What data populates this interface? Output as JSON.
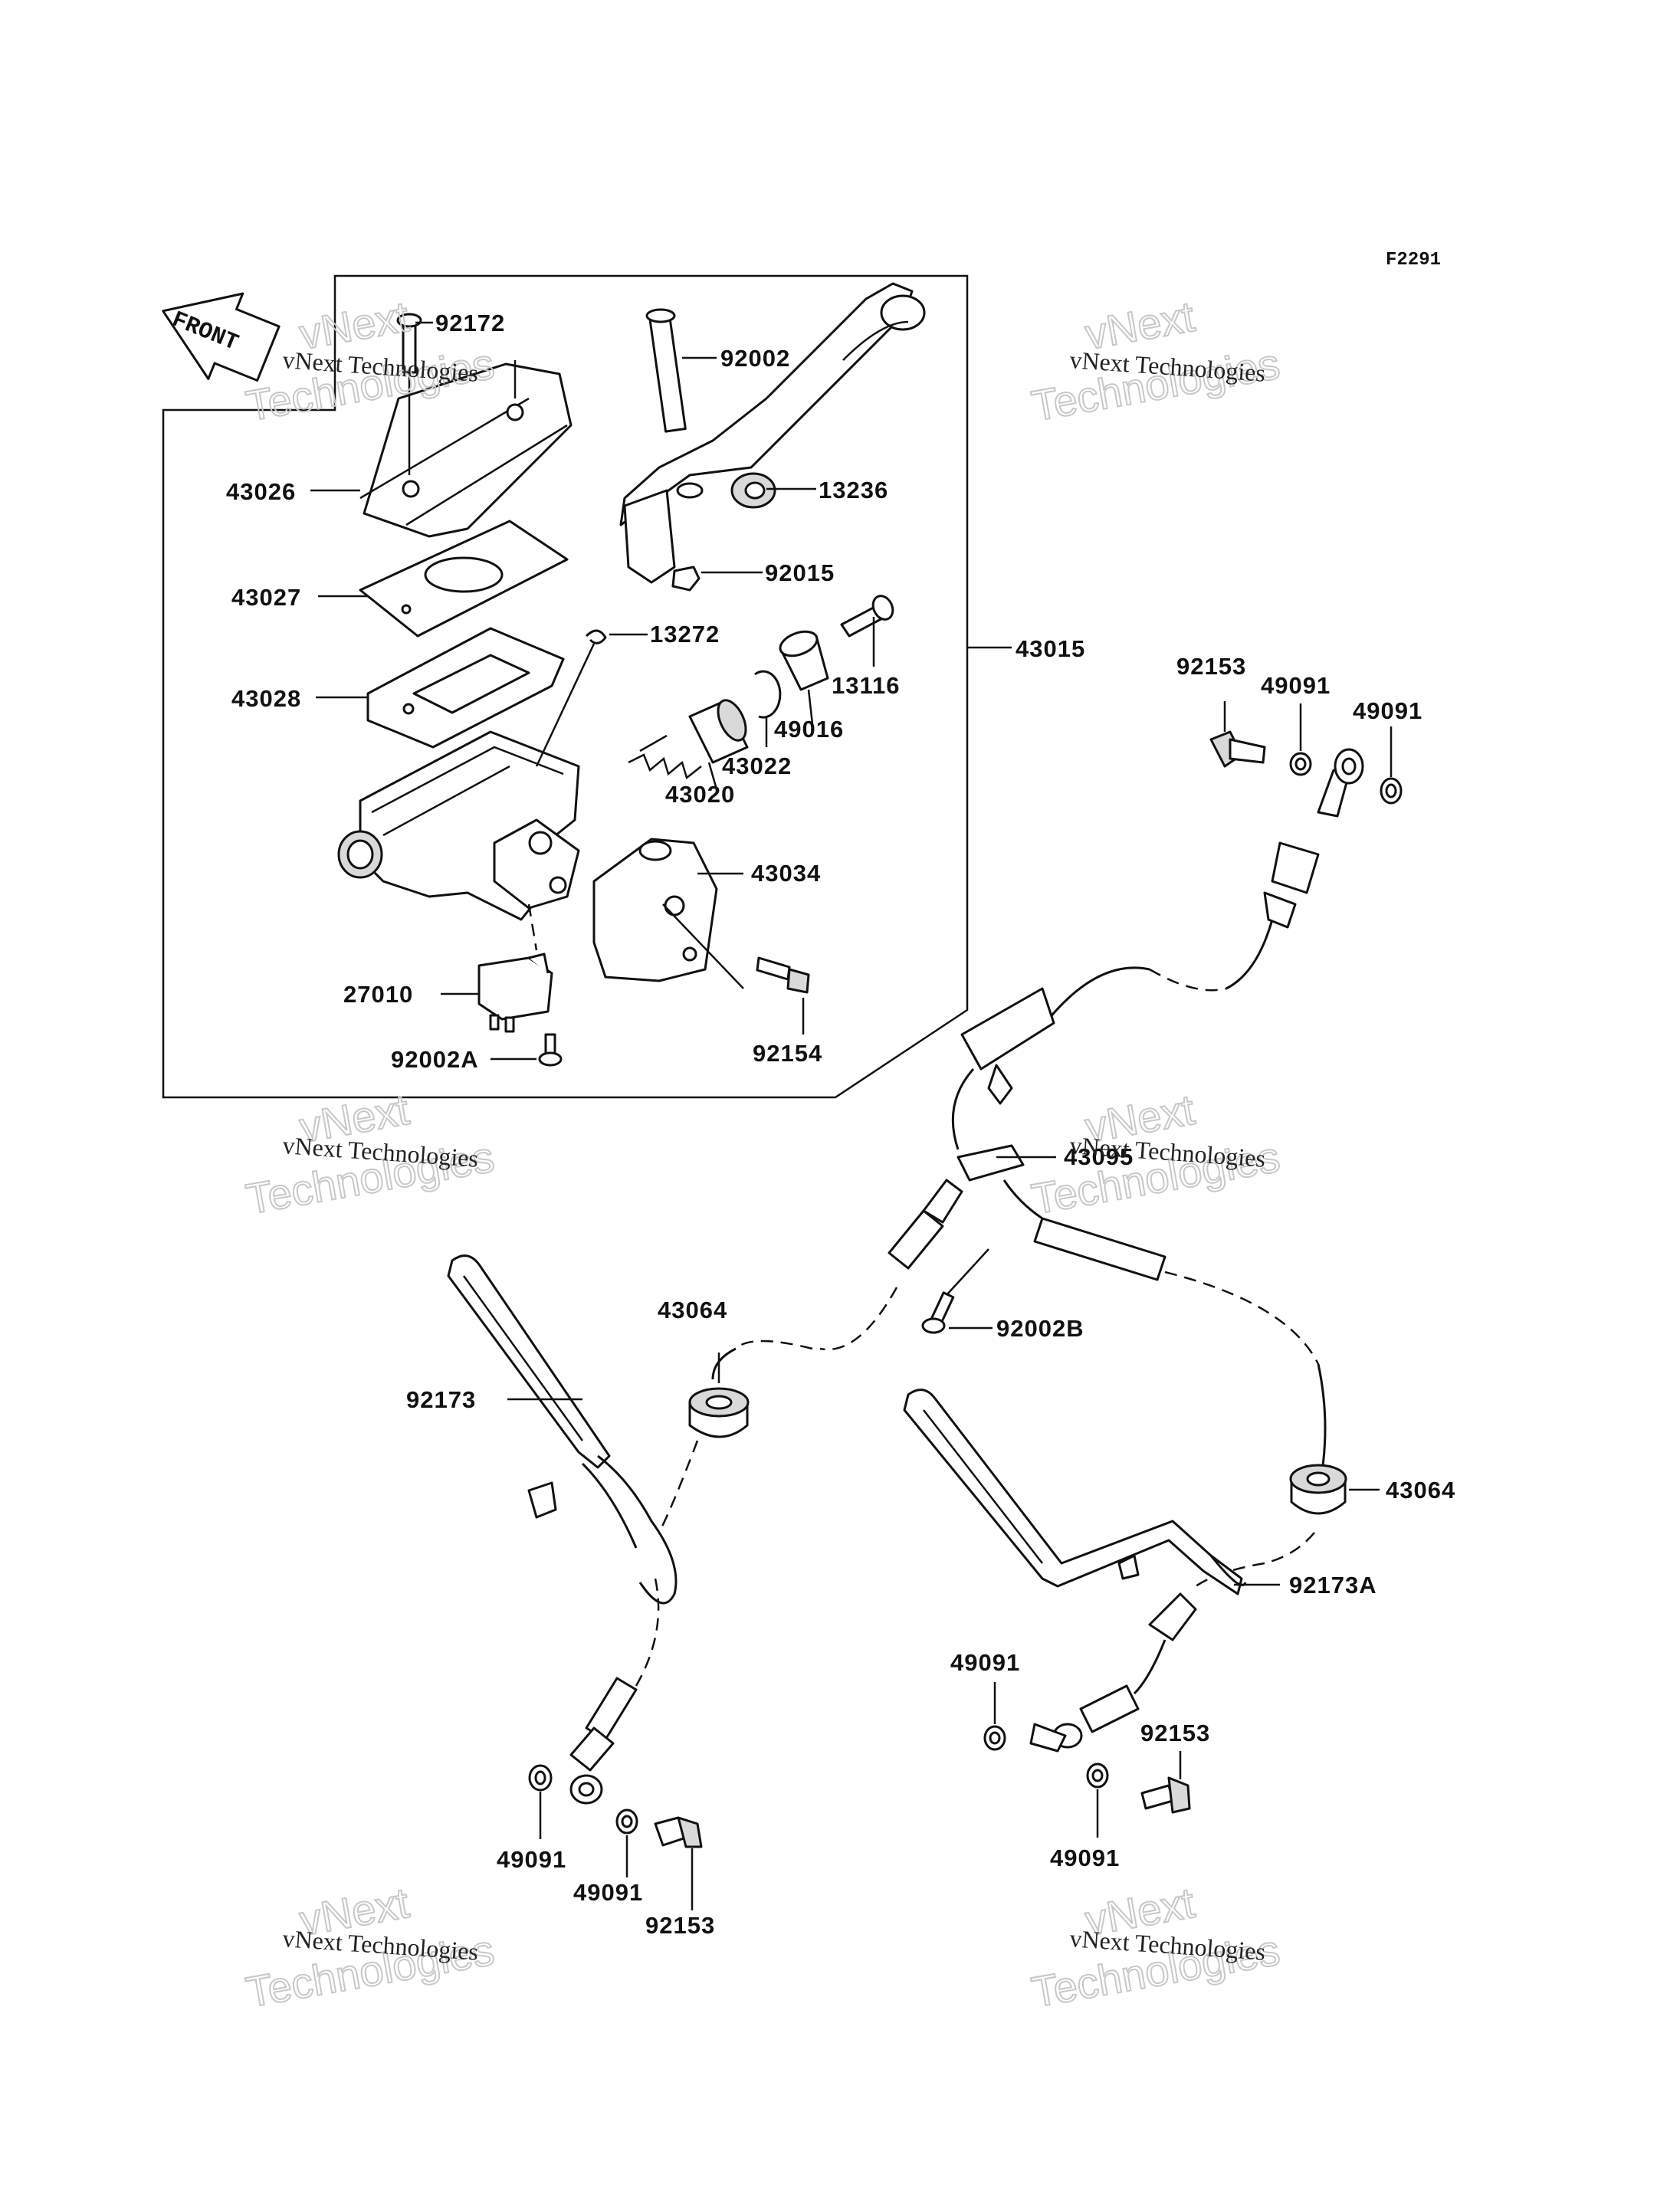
{
  "figure_code": "F2291",
  "front_label": "FRONT",
  "watermark": {
    "line": "vNext Technologies",
    "brand_top": "vNext",
    "brand_bottom": "Technologies"
  },
  "parts": [
    {
      "id": "p92172",
      "label": "92172"
    },
    {
      "id": "p92002",
      "label": "92002"
    },
    {
      "id": "p43026",
      "label": "43026"
    },
    {
      "id": "p13236",
      "label": "13236"
    },
    {
      "id": "p92015",
      "label": "92015"
    },
    {
      "id": "p43027",
      "label": "43027"
    },
    {
      "id": "p13272",
      "label": "13272"
    },
    {
      "id": "p43015",
      "label": "43015"
    },
    {
      "id": "p13116",
      "label": "13116"
    },
    {
      "id": "p43028",
      "label": "43028"
    },
    {
      "id": "p49016",
      "label": "49016"
    },
    {
      "id": "p43022",
      "label": "43022"
    },
    {
      "id": "p43020",
      "label": "43020"
    },
    {
      "id": "p43034",
      "label": "43034"
    },
    {
      "id": "p27010",
      "label": "27010"
    },
    {
      "id": "p92002A",
      "label": "92002A"
    },
    {
      "id": "p92154",
      "label": "92154"
    },
    {
      "id": "p92153a",
      "label": "92153"
    },
    {
      "id": "p49091a",
      "label": "49091"
    },
    {
      "id": "p49091b",
      "label": "49091"
    },
    {
      "id": "p43095",
      "label": "43095"
    },
    {
      "id": "p43064a",
      "label": "43064"
    },
    {
      "id": "p92002B",
      "label": "92002B"
    },
    {
      "id": "p92173",
      "label": "92173"
    },
    {
      "id": "p43064b",
      "label": "43064"
    },
    {
      "id": "p92173A",
      "label": "92173A"
    },
    {
      "id": "p49091c",
      "label": "49091"
    },
    {
      "id": "p92153b",
      "label": "92153"
    },
    {
      "id": "p49091d",
      "label": "49091"
    },
    {
      "id": "p49091e",
      "label": "49091"
    },
    {
      "id": "p49091f",
      "label": "49091"
    },
    {
      "id": "p92153c",
      "label": "92153"
    }
  ]
}
